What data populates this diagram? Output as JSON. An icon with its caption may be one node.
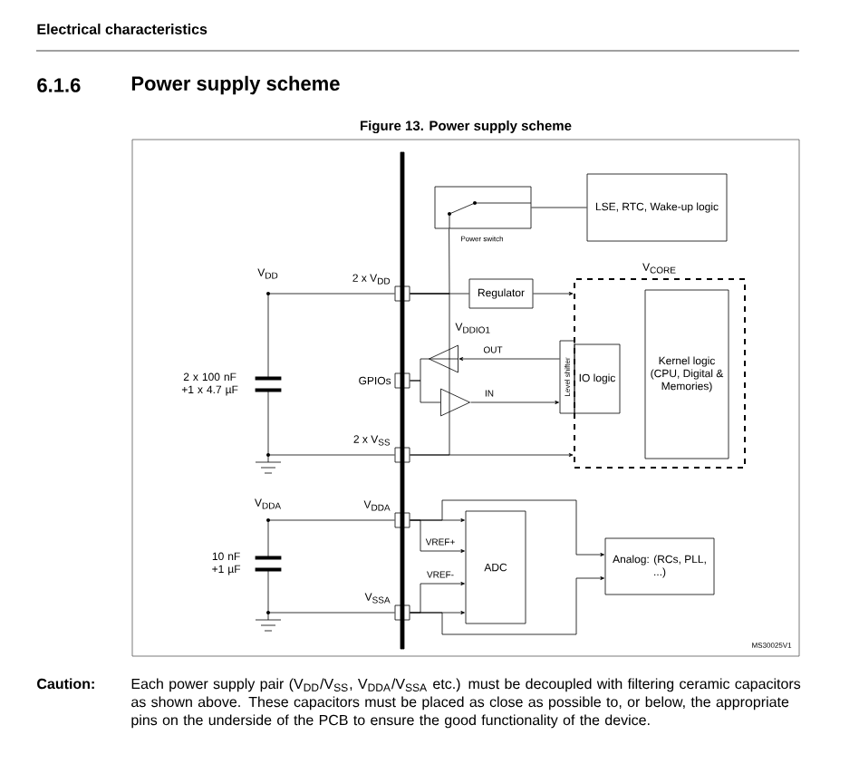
{
  "diagram": {
    "title": "Power supply scheme",
    "caption": "Figure 13. Power supply scheme",
    "nodes": [
      {
        "text": [],
        "shape": "box",
        "beside": [
          "Power switch"
        ]
      },
      {
        "text": [
          "LSE, RTC, Wake-up logic"
        ]
      },
      {
        "text": [
          "Regulator"
        ]
      },
      {
        "text": [
          "V$_{CORE}$"
        ]
      },
      {
        "text": [
          "Level shifter"
        ]
      },
      {
        "text": [
          "IO logic"
        ],
        "in": 3
      },
      {
        "text": [
          "Kernel logic (CPU, Digital & Memories)"
        ],
        "in": 3
      },
      {
        "text": [],
        "shape": "box",
        "beside": [
          "2 x V$_{DD}$"
        ]
      },
      {
        "text": [],
        "shape": "box",
        "beside": [
          "GPIOs"
        ]
      },
      {
        "text": [],
        "shape": "box",
        "beside": [
          "2 x V$_{SS}$"
        ]
      },
      {
        "text": [],
        "shape": "triangle"
      },
      {
        "text": [],
        "shape": "triangle"
      },
      {
        "text": [],
        "shape": "box",
        "beside": [
          "V$_{DDA}$"
        ]
      },
      {
        "text": [],
        "shape": "box",
        "beside": [
          "V$_{SSA}$"
        ]
      },
      {
        "text": [
          "ADC"
        ]
      },
      {
        "text": [
          "Analog: (RCs, PLL, ...)"
        ]
      },
      {
        "text": [],
        "shape": "bar"
      },
      {
        "text": [],
        "shape": "capacitor",
        "beside": [
          "2 x 100 nF +1 x 4.7 µF"
        ]
      },
      {
        "text": [],
        "shape": "capacitor",
        "beside": [
          "10 nF +1 µF"
        ]
      }
    ],
    "edges": [
      {
        "from": 7,
        "to": 2,
        "arrow": "none"
      },
      {
        "from": 0,
        "to": 1,
        "arrow": "none"
      },
      {
        "from": 2,
        "to": 3,
        "arrow": "to"
      },
      {
        "from": 4,
        "to": 10,
        "arrow": "to",
        "label": "OUT"
      },
      {
        "from": 11,
        "to": 4,
        "arrow": "to",
        "label": "IN"
      },
      {
        "from": 8,
        "to": 10,
        "arrow": "none"
      },
      {
        "from": 8,
        "to": 11,
        "arrow": "none"
      },
      {
        "from": 9,
        "to": 3,
        "arrow": "to"
      },
      {
        "from": 12,
        "to": 14,
        "arrow": "to"
      },
      {
        "from": 12,
        "to": 14,
        "arrow": "to",
        "label": "VREF+"
      },
      {
        "from": 13,
        "to": 14,
        "arrow": "to",
        "label": "VREF-"
      },
      {
        "from": 13,
        "to": 14,
        "arrow": "to"
      },
      {
        "from": 12,
        "to": 15,
        "arrow": "to"
      },
      {
        "from": 13,
        "to": 15,
        "arrow": "to"
      },
      {
        "from": 7,
        "to": 0,
        "arrow": "none"
      },
      {
        "from": 7,
        "to": 9,
        "arrow": "none"
      },
      {
        "from": 17,
        "to": 7,
        "arrow": "none"
      },
      {
        "from": 17,
        "to": 9,
        "arrow": "none"
      },
      {
        "from": 18,
        "to": 12,
        "arrow": "none"
      },
      {
        "from": 18,
        "to": 13,
        "arrow": "none"
      }
    ],
    "labels": [
      "Electrical characteristics",
      "6.1.6",
      "V$_{DD}$",
      "V$_{DDIO1}$",
      "V$_{DDA}$",
      "MS30025V1",
      "Caution:",
      "Each power supply pair (V$_{DD}$/V$_{SS}$, V$_{DDA}$/V$_{SSA}$ etc.) must be decoupled with filtering ceramic capacitors as shown above. These capacitors must be placed as close as possible to, or below, the appropriate pins on the underside of the PCB to ensure the good functionality of the device."
    ]
  }
}
